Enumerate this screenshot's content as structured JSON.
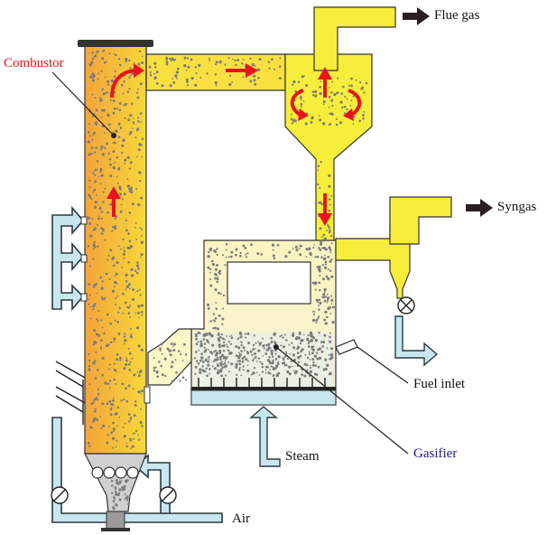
{
  "labels": {
    "combustor": "Combustor",
    "flue_gas": "Flue gas",
    "syngas": "Syngas",
    "fuel_inlet": "Fuel inlet",
    "gasifier": "Gasifier",
    "steam": "Steam",
    "air": "Air"
  },
  "colors": {
    "combustor_label": "#e8141c",
    "gasifier_label": "#1c1c7a",
    "flow_arrow": "#e8141c",
    "cyclone_fill": "#f6ee3a",
    "combustor_top": "#f7d63a",
    "combustor_bottom": "#f3a43a",
    "gasifier_fill": "#fbf6c6",
    "pipe_fill": "#c8e6ee",
    "outlet_arrow": "#2a1f1f",
    "particles": "#7c7c7c"
  },
  "icons": {
    "flow_arrows": "red-arrow",
    "outlet_arrows": "black-arrow",
    "valves": "rotary-valve-icon",
    "inlet_arrows": "blue-pipe-arrow"
  }
}
